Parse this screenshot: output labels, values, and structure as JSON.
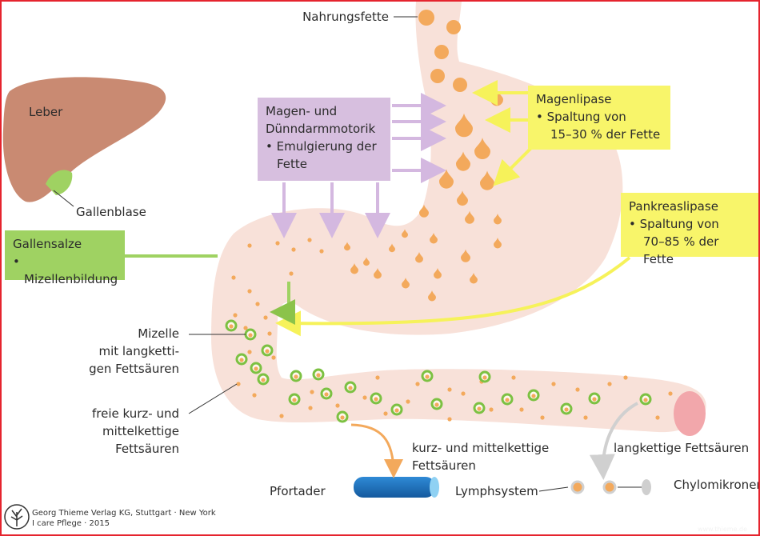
{
  "labels": {
    "nahrungsfette": "Nahrungsfette",
    "leber": "Leber",
    "gallenblase": "Gallenblase",
    "mizelle": [
      "Mizelle",
      "mit langketti-",
      "gen Fettsäuren"
    ],
    "freie": [
      "freie kurz- und",
      "mittelkettige",
      "Fettsäuren"
    ],
    "kurz_mittel": [
      "kurz- und mittelkettige",
      "Fettsäuren"
    ],
    "langkettige": "langkettige Fettsäuren",
    "pfortader": "Pfortader",
    "lymphsystem": "Lymphsystem",
    "chylomikronen": "Chylomikronen"
  },
  "boxes": {
    "motorik": {
      "title": [
        "Magen- und",
        "Dünndarmmotorik"
      ],
      "bullet": [
        "Emulgierung der",
        "Fette"
      ]
    },
    "magenlipase": {
      "title": "Magenlipase",
      "bullet": [
        "Spaltung von",
        "15–30 % der Fette"
      ]
    },
    "pankreaslipase": {
      "title": "Pankreaslipase",
      "bullet": [
        "Spaltung von",
        "70–85 % der Fette"
      ]
    },
    "gallensalze": {
      "title": "Gallensalze",
      "bullet": "Mizellenbildung"
    }
  },
  "footer": {
    "line1": "Georg Thieme Verlag KG, Stuttgart · New York",
    "line2": "I care Pflege · 2015",
    "watermark": "www.thieme.de"
  },
  "colors": {
    "border": "#e5242e",
    "organ": "#f8e1d9",
    "fat": "#f3a95c",
    "liver": "#c98a72",
    "micelle": "#7cc142",
    "purple_box": "#d7bfdf",
    "yellow_box": "#f8f56a",
    "green_box": "#9fd262",
    "vein": "#1e73be"
  }
}
